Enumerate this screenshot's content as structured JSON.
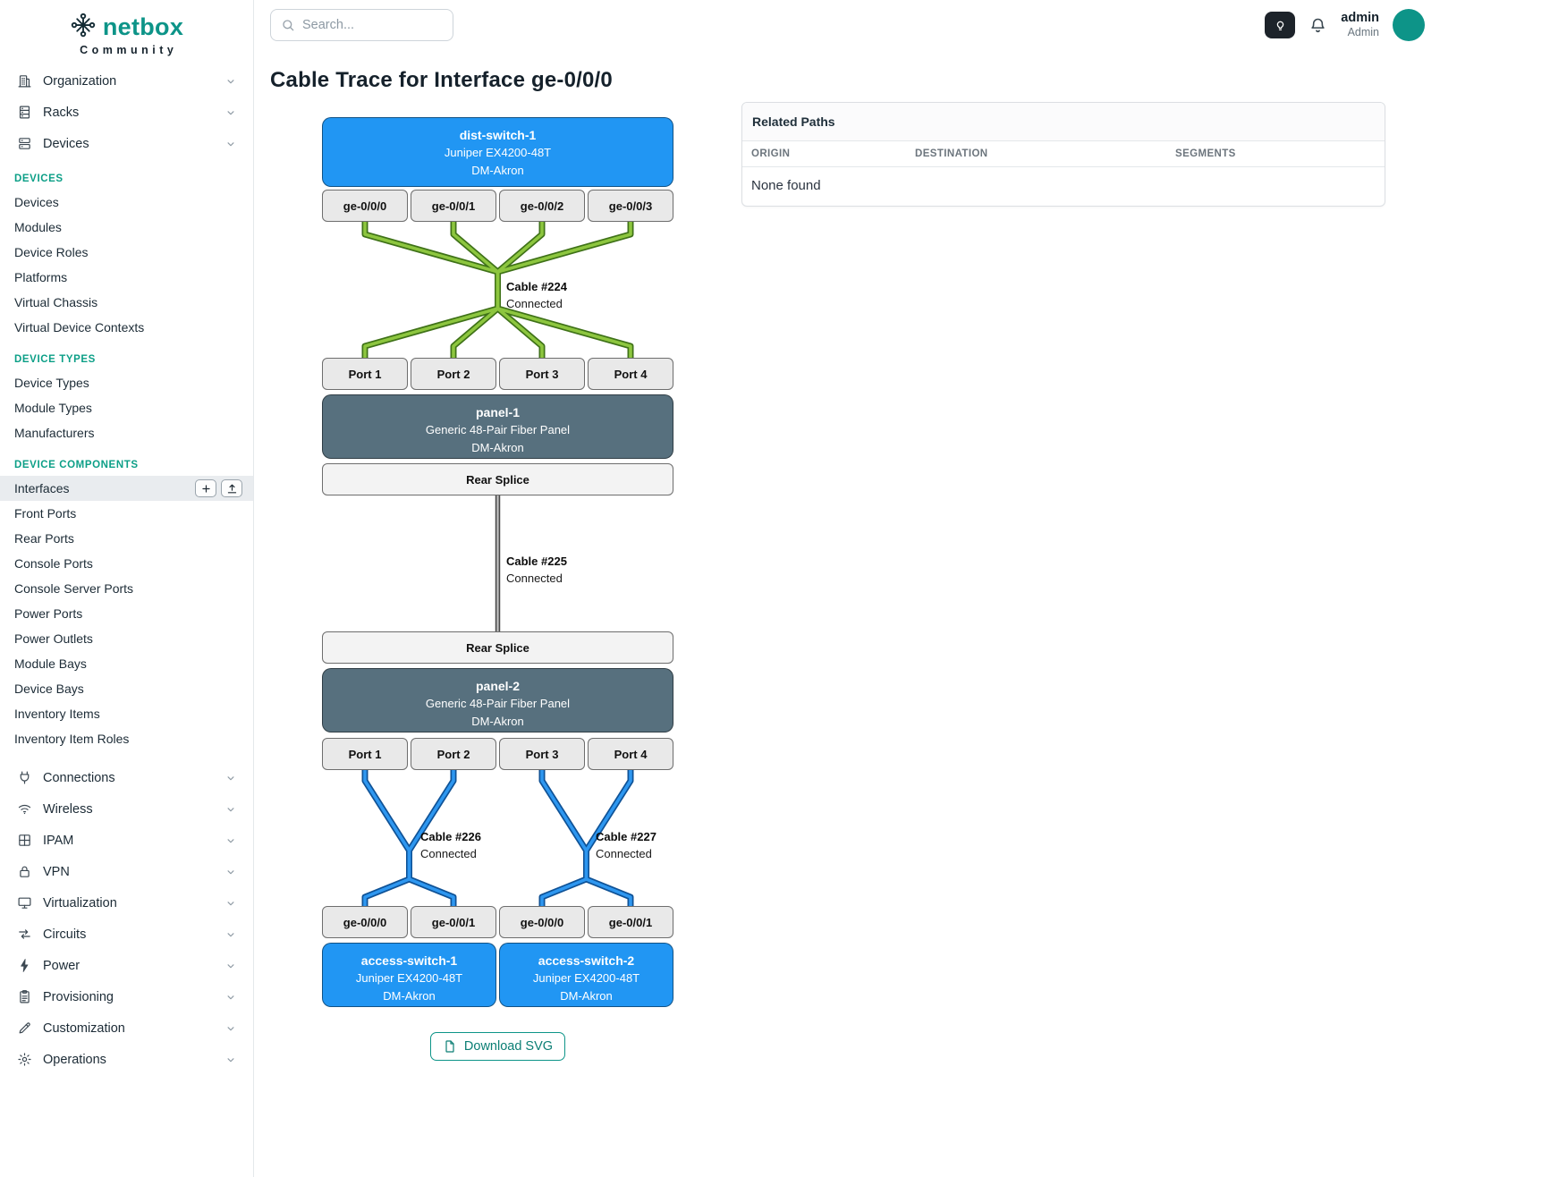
{
  "brand": {
    "name": "netbox",
    "tagline": "Community"
  },
  "topbar": {
    "search_placeholder": "Search...",
    "username": "admin",
    "role": "Admin"
  },
  "sidebar": {
    "top_items": [
      {
        "label": "Organization",
        "icon": "building-icon"
      },
      {
        "label": "Racks",
        "icon": "rack-icon"
      },
      {
        "label": "Devices",
        "icon": "server-icon"
      }
    ],
    "groups": [
      {
        "heading": "DEVICES",
        "items": [
          {
            "label": "Devices"
          },
          {
            "label": "Modules"
          },
          {
            "label": "Device Roles"
          },
          {
            "label": "Platforms"
          },
          {
            "label": "Virtual Chassis"
          },
          {
            "label": "Virtual Device Contexts"
          }
        ]
      },
      {
        "heading": "DEVICE TYPES",
        "items": [
          {
            "label": "Device Types"
          },
          {
            "label": "Module Types"
          },
          {
            "label": "Manufacturers"
          }
        ]
      },
      {
        "heading": "DEVICE COMPONENTS",
        "items": [
          {
            "label": "Interfaces",
            "active": true,
            "actions": [
              "plus",
              "upload"
            ]
          },
          {
            "label": "Front Ports"
          },
          {
            "label": "Rear Ports"
          },
          {
            "label": "Console Ports"
          },
          {
            "label": "Console Server Ports"
          },
          {
            "label": "Power Ports"
          },
          {
            "label": "Power Outlets"
          },
          {
            "label": "Module Bays"
          },
          {
            "label": "Device Bays"
          },
          {
            "label": "Inventory Items"
          },
          {
            "label": "Inventory Item Roles"
          }
        ]
      }
    ],
    "bottom_items": [
      {
        "label": "Connections",
        "icon": "plug-icon"
      },
      {
        "label": "Wireless",
        "icon": "wifi-icon"
      },
      {
        "label": "IPAM",
        "icon": "grid-icon"
      },
      {
        "label": "VPN",
        "icon": "lock-icon"
      },
      {
        "label": "Virtualization",
        "icon": "monitor-icon"
      },
      {
        "label": "Circuits",
        "icon": "transit-icon"
      },
      {
        "label": "Power",
        "icon": "bolt-icon"
      },
      {
        "label": "Provisioning",
        "icon": "clipboard-icon"
      },
      {
        "label": "Customization",
        "icon": "pencil-icon"
      },
      {
        "label": "Operations",
        "icon": "gear-icon"
      }
    ]
  },
  "page": {
    "title": "Cable Trace for Interface ge-0/0/0"
  },
  "related_paths": {
    "title": "Related Paths",
    "columns": [
      "ORIGIN",
      "DESTINATION",
      "SEGMENTS"
    ],
    "empty_text": "None found"
  },
  "trace": {
    "devices": {
      "dist": {
        "name": "dist-switch-1",
        "model": "Juniper EX4200-48T",
        "site": "DM-Akron"
      },
      "panel1": {
        "name": "panel-1",
        "model": "Generic 48-Pair Fiber Panel",
        "site": "DM-Akron"
      },
      "panel2": {
        "name": "panel-2",
        "model": "Generic 48-Pair Fiber Panel",
        "site": "DM-Akron"
      },
      "access1": {
        "name": "access-switch-1",
        "model": "Juniper EX4200-48T",
        "site": "DM-Akron"
      },
      "access2": {
        "name": "access-switch-2",
        "model": "Juniper EX4200-48T",
        "site": "DM-Akron"
      }
    },
    "port_rows": {
      "dist_ports": [
        "ge-0/0/0",
        "ge-0/0/1",
        "ge-0/0/2",
        "ge-0/0/3"
      ],
      "panel1_front": [
        "Port 1",
        "Port 2",
        "Port 3",
        "Port 4"
      ],
      "panel1_rear": "Rear Splice",
      "panel2_rear": "Rear Splice",
      "panel2_front": [
        "Port 1",
        "Port 2",
        "Port 3",
        "Port 4"
      ],
      "access_ports": [
        "ge-0/0/0",
        "ge-0/0/1",
        "ge-0/0/0",
        "ge-0/0/1"
      ]
    },
    "cables": [
      {
        "label": "Cable #224",
        "status": "Connected",
        "color": "green"
      },
      {
        "label": "Cable #225",
        "status": "Connected",
        "color": "gray"
      },
      {
        "label": "Cable #226",
        "status": "Connected",
        "color": "blue"
      },
      {
        "label": "Cable #227",
        "status": "Connected",
        "color": "blue"
      }
    ],
    "download_label": "Download SVG"
  },
  "colors": {
    "accent_teal": "#0d9488",
    "device_blue": "#2196f3",
    "panel_slate": "#57707e",
    "cable_green": "#8dc63f",
    "cable_green_edge": "#3f7218",
    "cable_blue": "#2e97f0",
    "cable_blue_edge": "#0f5296",
    "cable_gray": "#c2c2c2",
    "cable_gray_edge": "#4a4a4a"
  }
}
